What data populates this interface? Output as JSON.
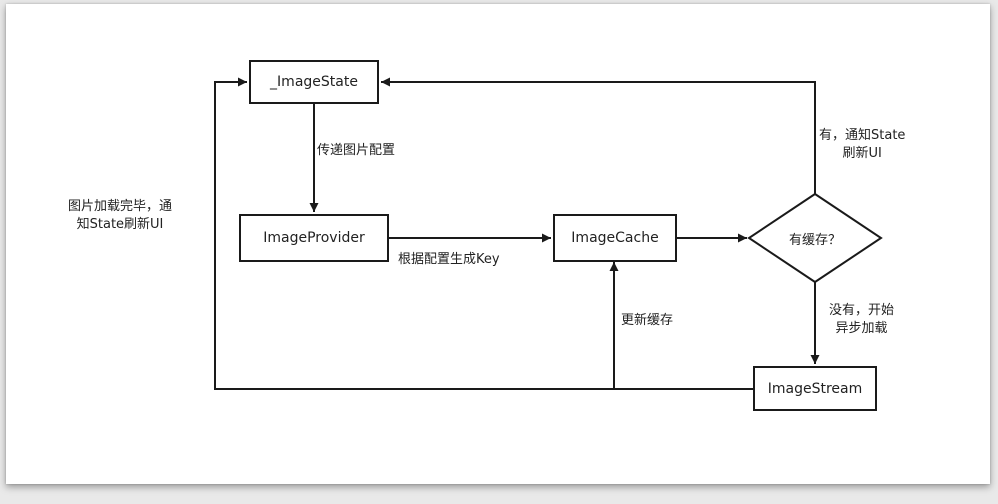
{
  "nodes": {
    "image_state": "_ImageState",
    "image_provider": "ImageProvider",
    "image_cache": "ImageCache",
    "has_cache": "有缓存？",
    "image_stream": "ImageStream"
  },
  "edge_labels": {
    "pass_config": "传递图片配置",
    "generate_key": "根据配置生成Key",
    "yes_notify_line1": "有，通知State",
    "yes_notify_line2": "刷新UI",
    "no_load_line1": "没有，开始",
    "no_load_line2": "异步加载",
    "update_cache": "更新缓存",
    "loaded_notify_line1": "图片加载完毕，通",
    "loaded_notify_line2": "知State刷新UI"
  }
}
